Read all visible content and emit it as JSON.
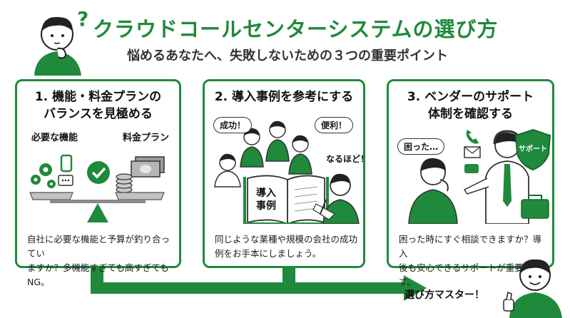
{
  "header": {
    "title": "クラウドコールセンターシステムの選び方",
    "subtitle": "悩めるあなたへ、失敗しないための３つの重要ポイント"
  },
  "cards": [
    {
      "title_line1": "1. 機能・料金プランの",
      "title_line2": "バランスを見極める",
      "label_left": "必要な機能",
      "label_right": "料金プラン",
      "text_line1": "自社に必要な機能と予算が釣り合ってい",
      "text_line2": "ますか？多機能すぎても高すぎてもNG。"
    },
    {
      "title": "2. 導入事例を参考にする",
      "bubble_left": "成功！",
      "bubble_right": "便利！",
      "bubble_aside": "なるほど！",
      "book_line1": "導入",
      "book_line2": "事例",
      "text_line1": "同じような業種や規模の会社の成功",
      "text_line2": "例をお手本にしましょう。"
    },
    {
      "title_line1": "3. ベンダーのサポート",
      "title_line2": "体制を確認する",
      "bubble": "困った…",
      "shield_label": "サポート",
      "text_line1": "困った時にすぐ相談できますか？導入",
      "text_line2": "後も安心できるサポートが重要です。"
    }
  ],
  "footer": {
    "master_label": "選び方マスター！"
  },
  "colors": {
    "accent": "#1f8a3c",
    "gray": "#8a8a8a"
  }
}
